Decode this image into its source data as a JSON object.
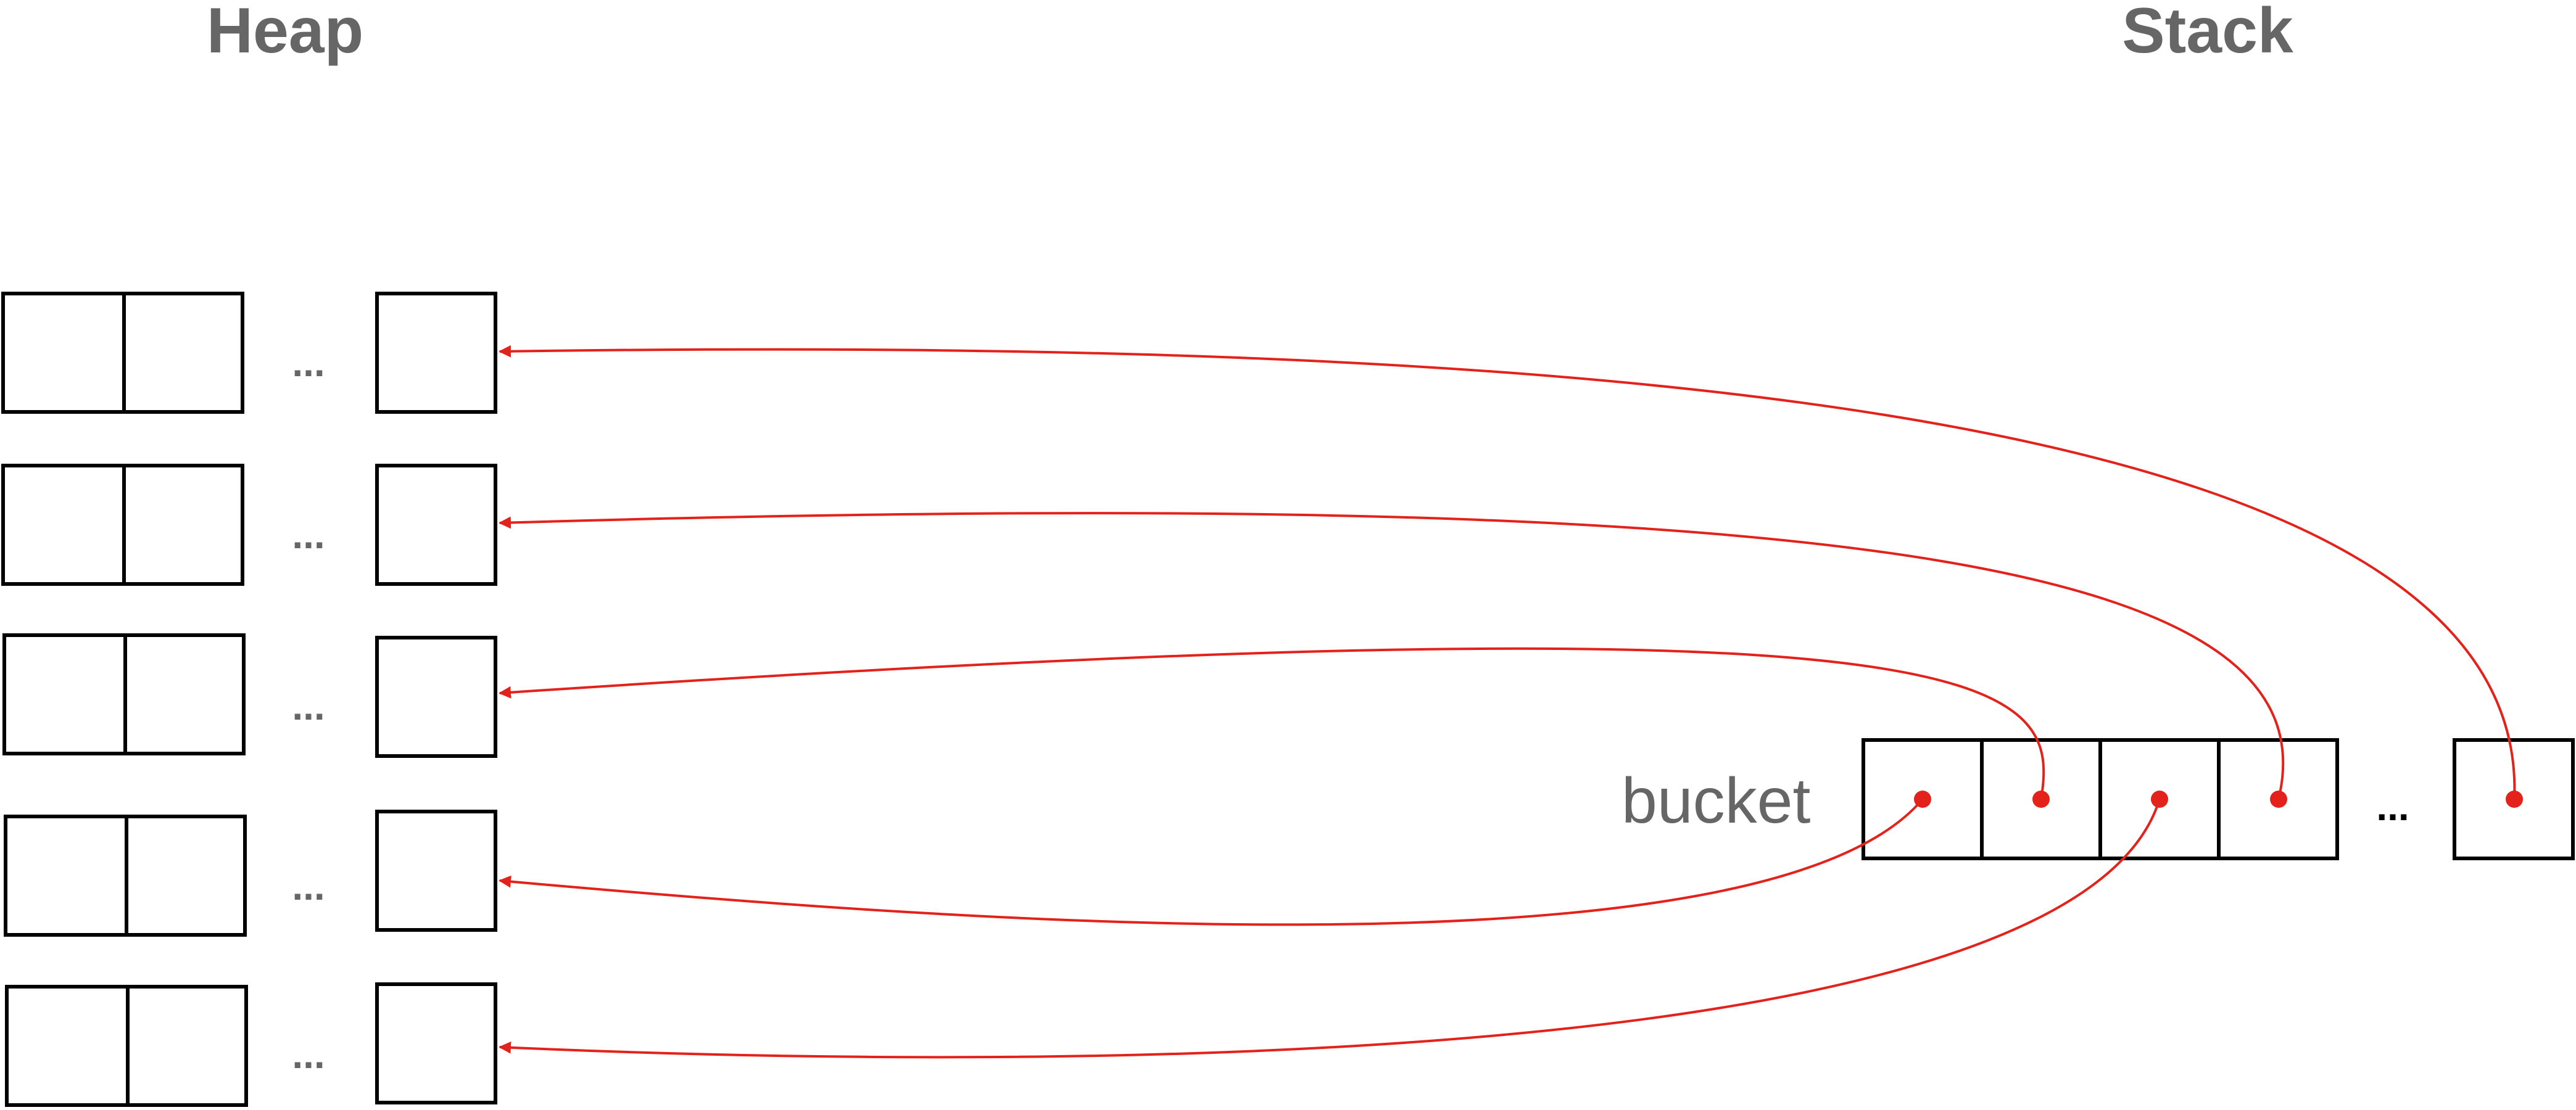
{
  "heap": {
    "title": "Heap",
    "ellipsis": "..."
  },
  "stack": {
    "title": "Stack",
    "label": "bucket",
    "ellipsis": "..."
  },
  "colors": {
    "text": "#666666",
    "box_stroke": "#000000",
    "pointer": "#e3231b"
  }
}
